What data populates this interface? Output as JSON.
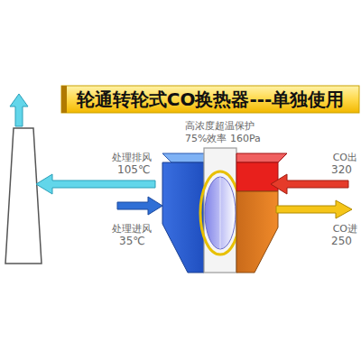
{
  "diagram": {
    "title": "轮通转轮式CO换热器---单独使用",
    "labels": [
      "高浓度超温保护",
      "75%效率 160Pa",
      "处理排风",
      "105℃",
      "处理进风",
      "35℃",
      "CO出",
      "320",
      "CO进",
      "250"
    ]
  }
}
